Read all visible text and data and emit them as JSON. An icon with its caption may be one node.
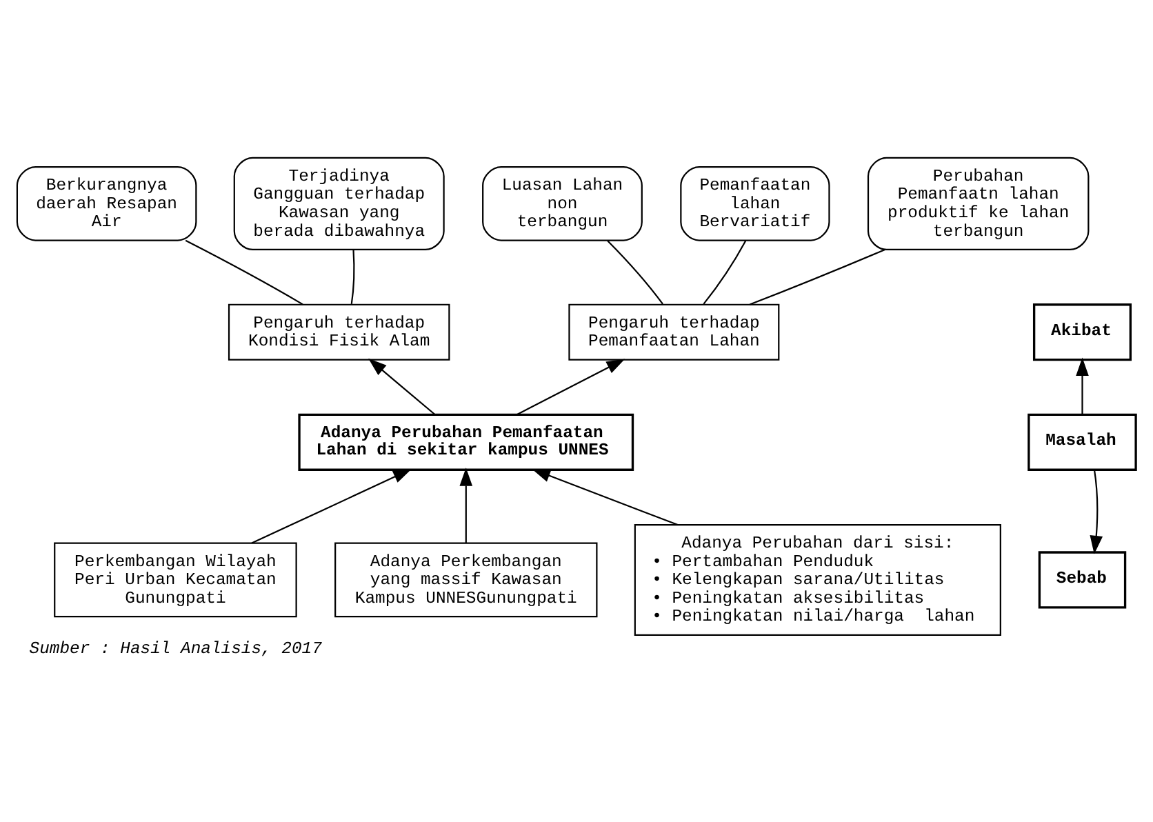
{
  "diagram": {
    "caption": "Sumber : Hasil Analisis, 2017",
    "nodes": [
      {
        "text": [
          "Berkurangnya daerah Resapan Air"
        ]
      },
      {
        "text": [
          "Terjadinya Gangguan terhadap Kawasan yang berada dibawahnya"
        ]
      },
      {
        "text": [
          "Luasan Lahan non terbangun"
        ]
      },
      {
        "text": [
          "Pemanfaatan lahan Bervariatif"
        ]
      },
      {
        "text": [
          "Perubahan Pemanfaatn lahan produktif ke lahan terbangun"
        ]
      },
      {
        "text": [
          "Pengaruh terhadap Kondisi Fisik Alam"
        ]
      },
      {
        "text": [
          "Pengaruh terhadap Pemanfaatan Lahan"
        ]
      },
      {
        "text": [
          "Akibat"
        ]
      },
      {
        "text": [
          "Adanya Perubahan Pemanfaatan Lahan di sekitar kampus UNNES"
        ]
      },
      {
        "text": [
          "Masalah"
        ]
      },
      {
        "text": [
          "Perkembangan Wilayah Peri Urban Kecamatan Gunungpati"
        ]
      },
      {
        "text": [
          "Adanya Perkembangan yang massif Kawasan Kampus UNNESGunungpati"
        ]
      },
      {
        "text": [
          "Adanya Perubahan dari sisi:",
          "• Pertambahan Penduduk",
          "• Kelengkapan sarana/Utilitas",
          "• Peningkatan aksesibilitas",
          "• Peningkatan nilai/harga  lahan"
        ]
      },
      {
        "text": [
          "Sebab"
        ]
      }
    ],
    "edges": [
      {
        "from": 0,
        "to": 5,
        "arrow": "none"
      },
      {
        "from": 1,
        "to": 5,
        "arrow": "none"
      },
      {
        "from": 2,
        "to": 6,
        "arrow": "none"
      },
      {
        "from": 3,
        "to": 6,
        "arrow": "none"
      },
      {
        "from": 4,
        "to": 6,
        "arrow": "none"
      },
      {
        "from": 8,
        "to": 5,
        "arrow": "to"
      },
      {
        "from": 8,
        "to": 6,
        "arrow": "to"
      },
      {
        "from": 10,
        "to": 8,
        "arrow": "to"
      },
      {
        "from": 11,
        "to": 8,
        "arrow": "to"
      },
      {
        "from": 12,
        "to": 8,
        "arrow": "to"
      },
      {
        "from": 9,
        "to": 7,
        "arrow": "to"
      },
      {
        "from": 9,
        "to": 13,
        "arrow": "to"
      }
    ]
  }
}
